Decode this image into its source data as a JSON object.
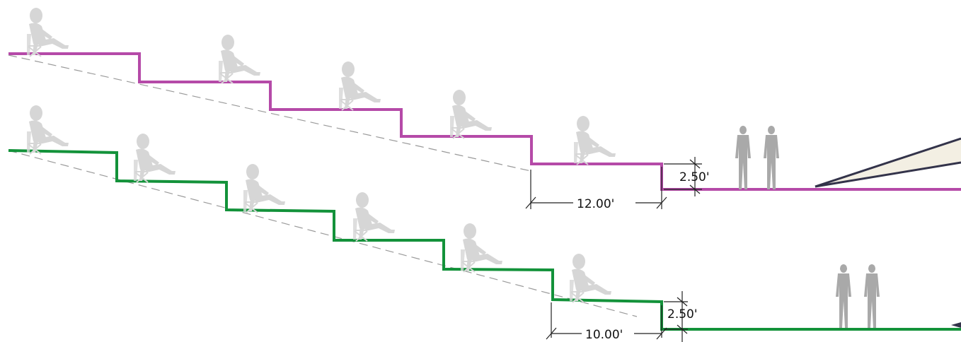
{
  "colors": {
    "upper_profile": "#b54aa8",
    "lower_profile": "#13923a",
    "sightline": "#9a9a9a",
    "dimension": "#222222",
    "seated_figure": "#d6d6d6",
    "standing_figure": "#a9a9a9",
    "projection_fill": "#f3efe3",
    "projection_edge": "#33334a"
  },
  "sections": {
    "upper": {
      "riser_label": "2.50'",
      "tread_label": "12.00'"
    },
    "lower": {
      "riser_label": "2.50'",
      "tread_label": "10.00'"
    }
  },
  "icons": {
    "seated": "seated-spectator-icon",
    "standing": "standing-person-icon"
  }
}
